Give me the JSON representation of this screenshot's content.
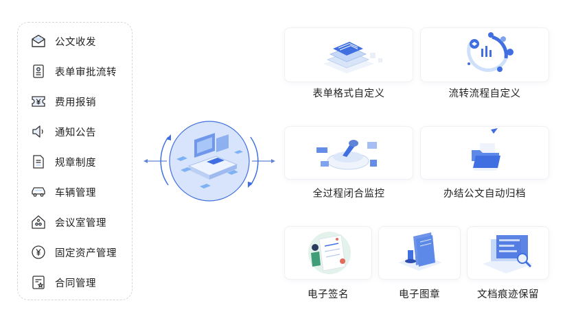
{
  "left_menu": {
    "items": [
      {
        "label": "公文收发",
        "icon": "envelope-icon"
      },
      {
        "label": "表单审批流转",
        "icon": "form-document-icon"
      },
      {
        "label": "费用报销",
        "icon": "yuan-ticket-icon"
      },
      {
        "label": "通知公告",
        "icon": "speaker-icon"
      },
      {
        "label": "规章制度",
        "icon": "regulation-document-icon"
      },
      {
        "label": "车辆管理",
        "icon": "car-icon"
      },
      {
        "label": "会议室管理",
        "icon": "meeting-room-icon"
      },
      {
        "label": "固定资产管理",
        "icon": "yuan-coin-icon"
      },
      {
        "label": "合同管理",
        "icon": "contract-icon"
      }
    ]
  },
  "features": {
    "form_custom": "表单格式自定义",
    "flow_custom": "流转流程自定义",
    "process_monitor": "全过程闭合监控",
    "auto_archive": "办结公文自动归档",
    "e_signature": "电子签名",
    "e_seal": "电子图章",
    "trace_keep": "文档痕迹保留"
  },
  "colors": {
    "accent_blue": "#3f6fe0",
    "light_blue": "#cfe0fb",
    "icon_stroke": "#333333"
  }
}
